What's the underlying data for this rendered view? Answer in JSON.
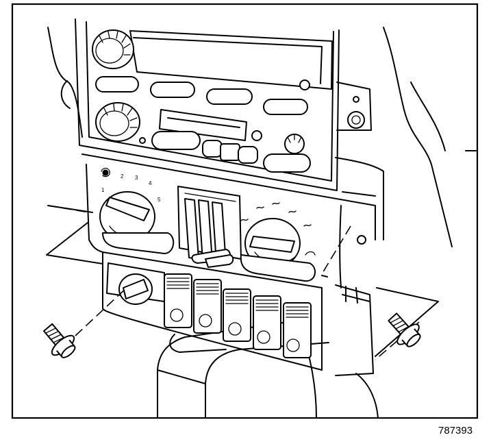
{
  "figure_id": "787393",
  "fan_scale": [
    "1",
    "2",
    "3",
    "4",
    "5"
  ]
}
